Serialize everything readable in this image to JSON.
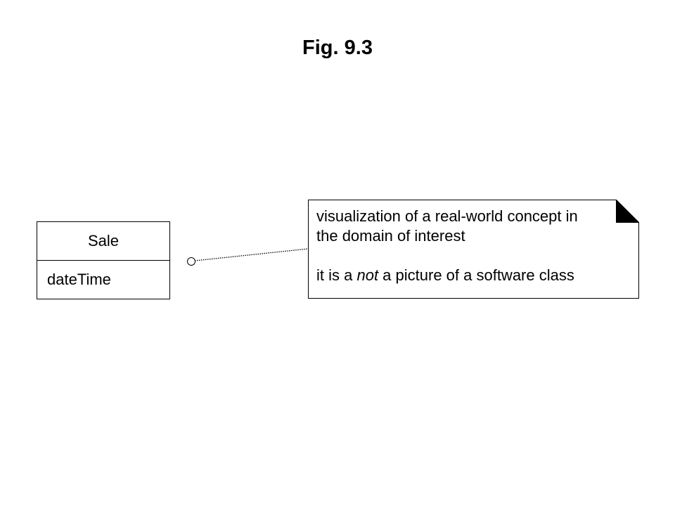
{
  "title": "Fig. 9.3",
  "class": {
    "name": "Sale",
    "attribute": "dateTime"
  },
  "note": {
    "line1": "visualization of a real-world concept in",
    "line2": "the domain of interest",
    "line3_before": "it is a ",
    "line3_emphasis": "not",
    "line3_after": " a picture of a software class"
  }
}
